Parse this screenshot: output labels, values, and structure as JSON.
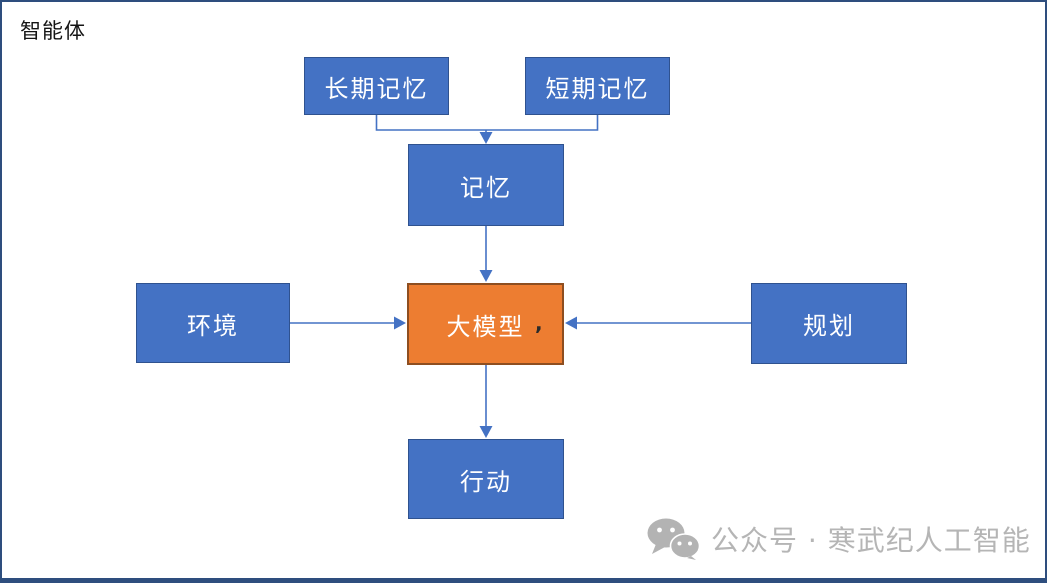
{
  "title": "智能体",
  "diagram": {
    "nodes": {
      "long_term_memory": {
        "label": "长期记忆"
      },
      "short_term_memory": {
        "label": "短期记忆"
      },
      "memory": {
        "label": "记忆"
      },
      "environment": {
        "label": "环境"
      },
      "large_model": {
        "label": "大模型"
      },
      "planning": {
        "label": "规划"
      },
      "action": {
        "label": "行动"
      }
    },
    "connections": [
      {
        "from": "long_term_memory",
        "to": "memory",
        "direction": "down"
      },
      {
        "from": "short_term_memory",
        "to": "memory",
        "direction": "down"
      },
      {
        "from": "memory",
        "to": "large_model",
        "direction": "down"
      },
      {
        "from": "environment",
        "to": "large_model",
        "direction": "right"
      },
      {
        "from": "planning",
        "to": "large_model",
        "direction": "left"
      },
      {
        "from": "large_model",
        "to": "action",
        "direction": "down"
      }
    ],
    "artifact_mark": ",",
    "colors": {
      "node_fill": "#4472C4",
      "node_border": "#2F528F",
      "highlight_fill": "#ED7D31",
      "highlight_border": "#8E4E20",
      "connector": "#4472C4",
      "frame": "#2E4E7E",
      "title_text": "#141414",
      "node_text": "#ffffff",
      "watermark_text": "#b5b5b5"
    }
  },
  "watermark": {
    "icon": "wechat-icon",
    "text": "公众号 · 寒武纪人工智能"
  }
}
